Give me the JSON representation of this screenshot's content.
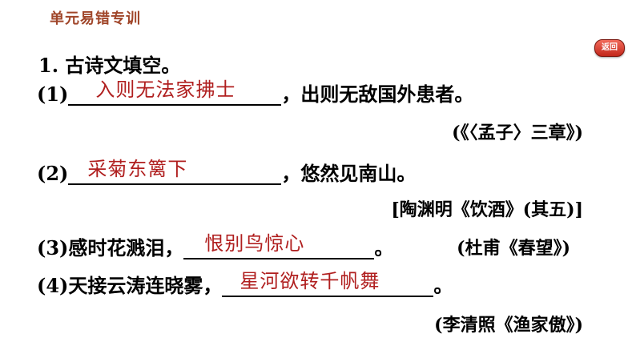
{
  "header": {
    "title": "单元易错专训"
  },
  "back_button": {
    "label": "返回"
  },
  "question": {
    "title": "1. 古诗文填空。"
  },
  "items": [
    {
      "num": "(1)",
      "before": "",
      "answer": "入则无法家拂士",
      "after": "，出则无敌国外患者。",
      "source": "(《〈孟子〉三章》)"
    },
    {
      "num": "(2)",
      "before": "",
      "answer": "采菊东篱下",
      "after": "，悠然见南山。",
      "source": "[陶渊明《饮酒》(其五)]"
    },
    {
      "num": "(3)",
      "before": "感时花溅泪，",
      "answer": "恨别鸟惊心",
      "after": "。",
      "source": "(杜甫《春望》)"
    },
    {
      "num": "(4)",
      "before": "天接云涛连晓雾，",
      "answer": "星河欲转千帆舞",
      "after": "。",
      "source": "(李清照《渔家傲》)"
    }
  ]
}
